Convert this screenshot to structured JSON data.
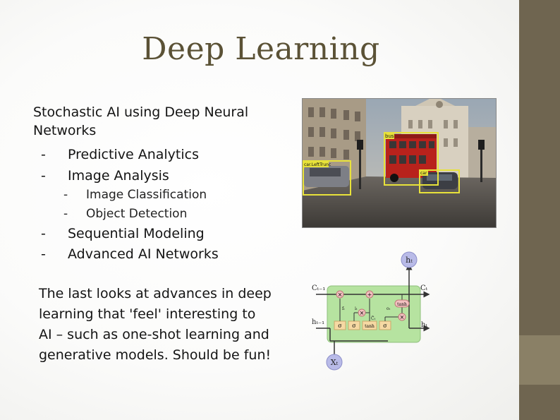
{
  "slide": {
    "title": "Deep Learning",
    "intro_line1": "Stochastic AI using Deep Neural",
    "intro_line2": "Networks",
    "bullets": [
      "Predictive Analytics",
      "Image Analysis"
    ],
    "sub_bullets": [
      "Image Classification",
      "Object Detection"
    ],
    "bullets_after": [
      "Sequential Modeling",
      "Advanced AI Networks"
    ],
    "dash": "-",
    "paragraph_lines": [
      "The last looks at advances in deep",
      "learning that 'feel' interesting to",
      "AI – such as one-shot learning and",
      "generative models. Should be fun!"
    ]
  },
  "photo": {
    "labels": {
      "bus": "bus",
      "car_left": "car.LeftTrunc",
      "car_right": "car"
    },
    "box_color": "#e8e23a"
  },
  "lstm_diagram": {
    "labels": {
      "h_out_top": "hₜ",
      "x_in": "Xₜ",
      "c_prev": "Cₜ₋₁",
      "c_next": "Cₜ",
      "h_prev": "hₜ₋₁",
      "h_next": "hₜ",
      "sigma": "σ",
      "tanh": "tanh",
      "times": "×",
      "plus": "+",
      "f": "fₜ",
      "i": "iₜ",
      "c_tilde": "C̃ₜ",
      "o": "oₜ"
    },
    "cell_color": "#b6e3a0",
    "gate_color": "#f6d9a3",
    "op_color": "#f3c1c1",
    "io_color": "#b9bbe8"
  },
  "theme": {
    "title_color": "#5b5236",
    "sidebar_color": "#6f6550"
  }
}
